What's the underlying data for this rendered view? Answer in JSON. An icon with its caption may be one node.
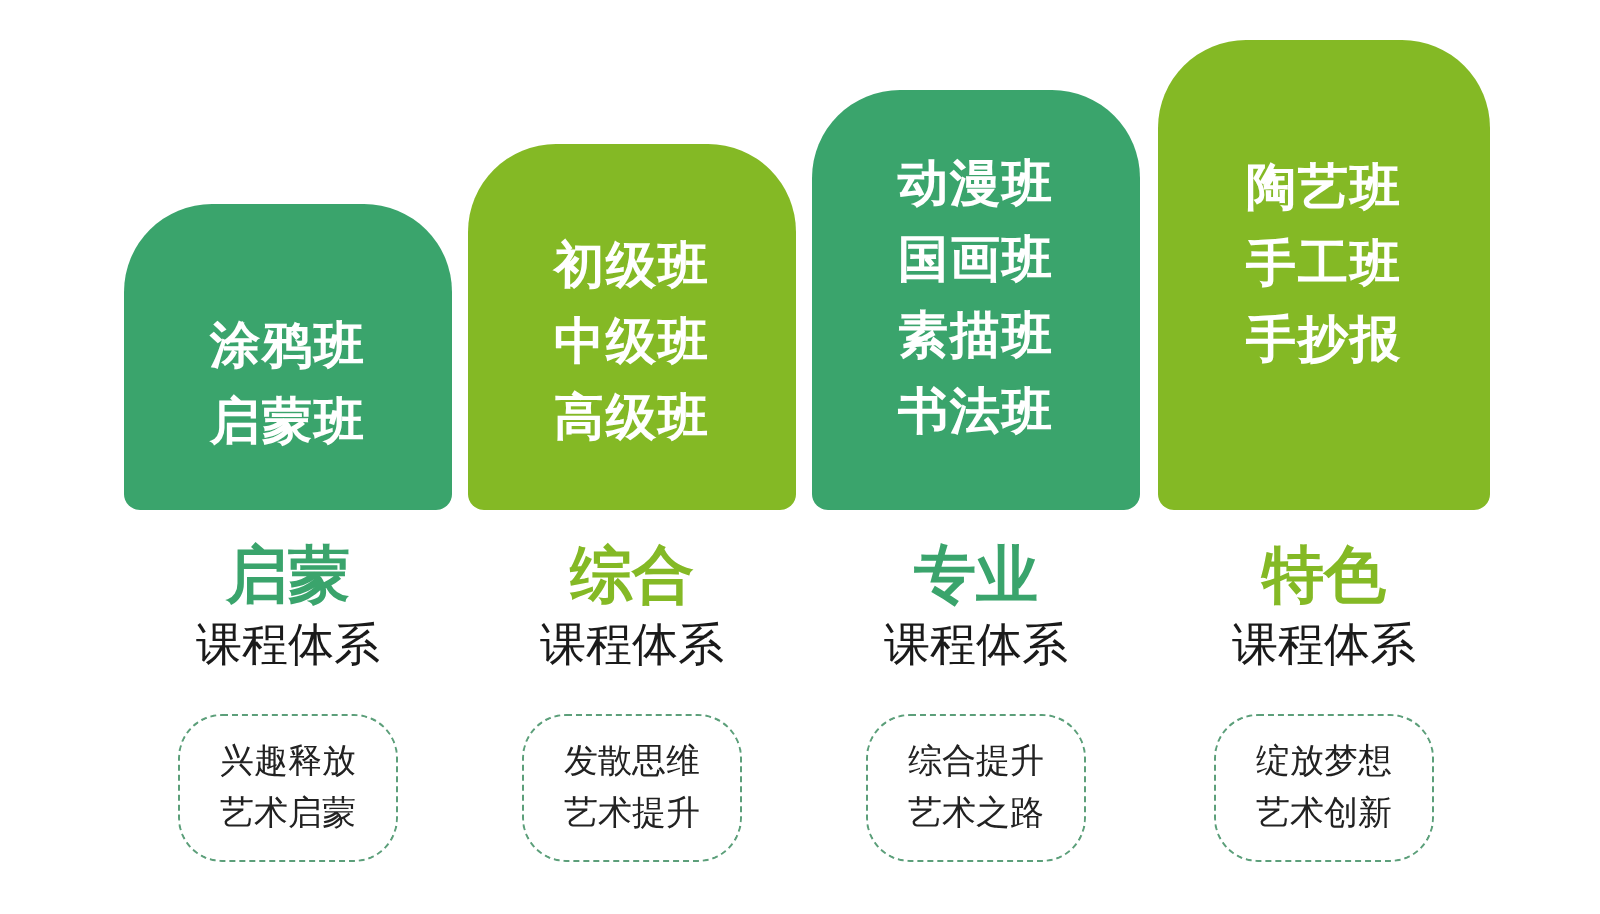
{
  "diagram": {
    "nodes": [
      {
        "text": [
          "涂鸦班",
          "启蒙班"
        ],
        "beside": [
          "启蒙",
          "课程体系"
        ]
      },
      {
        "text": [
          "兴趣释放",
          "艺术启蒙"
        ]
      },
      {
        "text": [
          "初级班",
          "中级班",
          "高级班"
        ],
        "beside": [
          "综合",
          "课程体系"
        ]
      },
      {
        "text": [
          "发散思维",
          "艺术提升"
        ]
      },
      {
        "text": [
          "动漫班",
          "国画班",
          "素描班",
          "书法班"
        ],
        "beside": [
          "专业",
          "课程体系"
        ]
      },
      {
        "text": [
          "综合提升",
          "艺术之路"
        ]
      },
      {
        "text": [
          "陶艺班",
          "手工班",
          "手抄报"
        ],
        "beside": [
          "特色",
          "课程体系"
        ]
      },
      {
        "text": [
          "绽放梦想",
          "艺术创新"
        ]
      }
    ],
    "edges": []
  }
}
